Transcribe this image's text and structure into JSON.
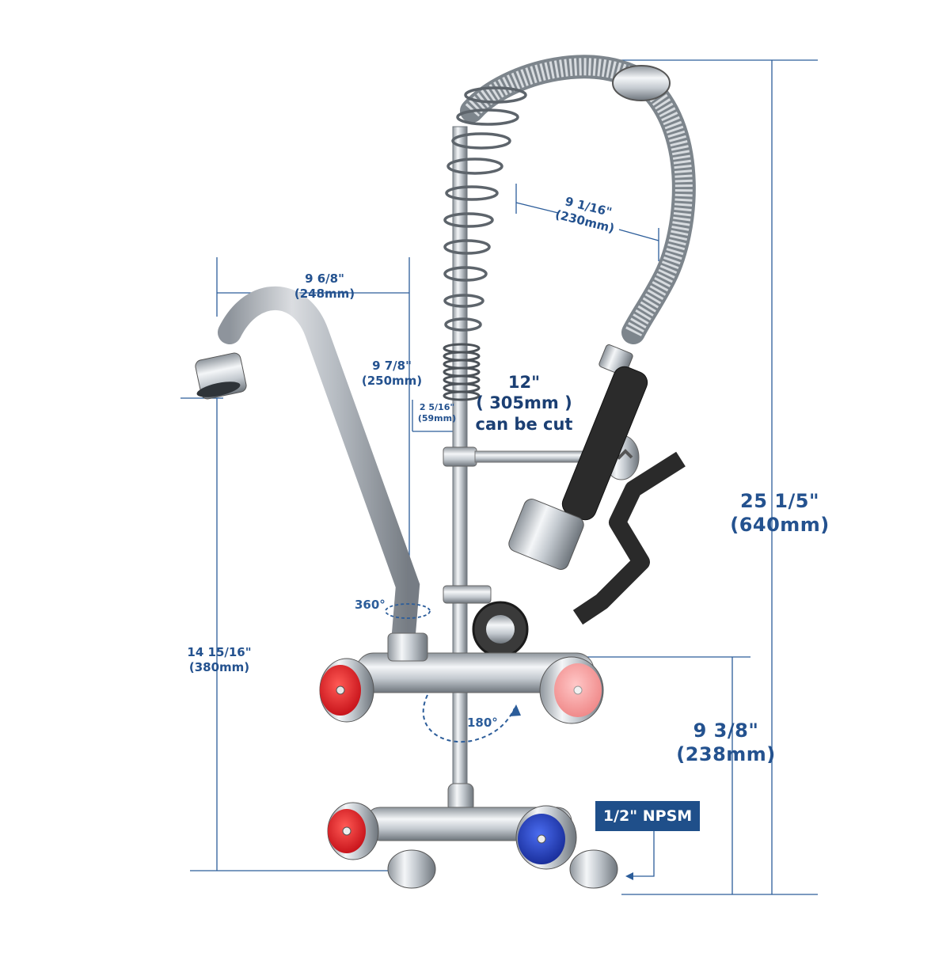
{
  "dimensions": {
    "spout_reach": {
      "imperial": "9 6/8\"",
      "metric": "(248mm)"
    },
    "spout_height": {
      "imperial": "9 7/8\"",
      "metric": "(250mm)"
    },
    "hose_width": {
      "imperial": "9 1/16\"",
      "metric": "(230mm)"
    },
    "riser_offset": {
      "imperial": "2 5/16\"",
      "metric": "(59mm)"
    },
    "riser_length": {
      "imperial": "12\"",
      "metric": "( 305mm )",
      "note": "can be cut"
    },
    "total_height": {
      "imperial": "25 1/5\"",
      "metric": "(640mm)"
    },
    "faucet_height": {
      "imperial": "14 15/16\"",
      "metric": "(380mm)"
    },
    "center_height": {
      "imperial": "9 3/8\"",
      "metric": "(238mm)"
    }
  },
  "angles": {
    "spout_rotation": "360°",
    "valve_rotation": "180°"
  },
  "connection_badge": "1/2\" NPSM",
  "colors": {
    "dimension_line": "#2c5d9a",
    "label_text": "#24528f",
    "badge_bg": "#1f4f8a",
    "chrome": "#c9ced3",
    "hot_handle": "#e0262b",
    "cold_handle": "#1f3fb5",
    "grip": "#2b2b2b"
  }
}
